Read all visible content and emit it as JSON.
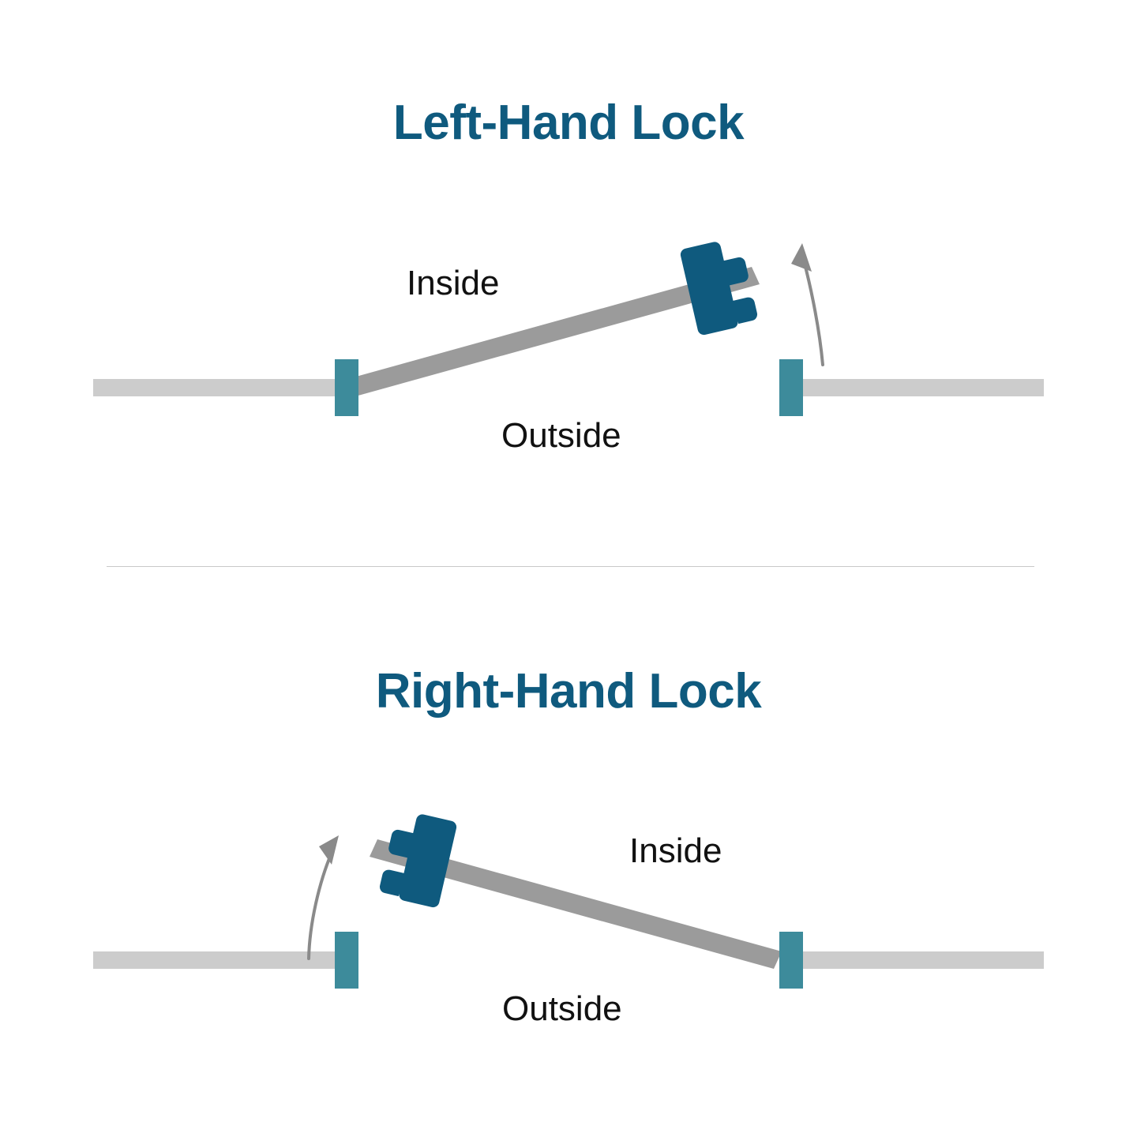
{
  "figure": {
    "title_top": "Left-Hand Lock",
    "title_bottom": "Right-Hand Lock",
    "divider_color": "#c9c9c9",
    "background_color": "#ffffff"
  },
  "colors": {
    "title_blue": "#0f5a7e",
    "lock_body_blue": "#0f5a7e",
    "hinge_teal": "#3d8b9b",
    "wall_rail_gray": "#cccccc",
    "gate_arm_gray": "#9b9b9b",
    "arrow_gray": "#8a8a8a",
    "label_black": "#111111"
  },
  "panels": [
    {
      "id": "left-hand-lock",
      "title": "Left-Hand Lock",
      "labels": {
        "inside": "Inside",
        "outside": "Outside"
      },
      "icons": {
        "lock": "lock-icon",
        "hinge_left": "hinge-icon",
        "hinge_right": "hinge-icon",
        "gate": "gate-arm",
        "wall_left": "wall-rail",
        "wall_right": "wall-rail",
        "swing_arrow": "swing-direction-arrow"
      },
      "swing_direction": "counterclockwise-up-left",
      "lock_side": "right",
      "hinge_side": "left"
    },
    {
      "id": "right-hand-lock",
      "title": "Right-Hand Lock",
      "labels": {
        "inside": "Inside",
        "outside": "Outside"
      },
      "icons": {
        "lock": "lock-icon",
        "hinge_left": "hinge-icon",
        "hinge_right": "hinge-icon",
        "gate": "gate-arm",
        "wall_left": "wall-rail",
        "wall_right": "wall-rail",
        "swing_arrow": "swing-direction-arrow"
      },
      "swing_direction": "clockwise-up-right",
      "lock_side": "left",
      "hinge_side": "right"
    }
  ]
}
